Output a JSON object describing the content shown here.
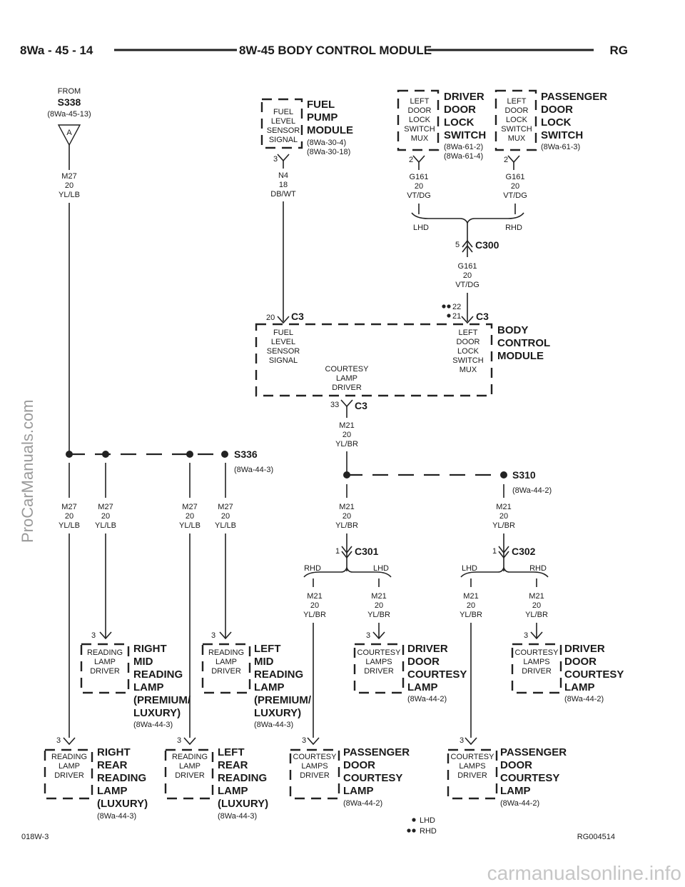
{
  "header": {
    "left": "8Wa - 45 - 14",
    "title": "8W-45 BODY CONTROL MODULE",
    "right": "RG"
  },
  "footer": {
    "left_code": "018W-3",
    "right_code": "RG004514",
    "legend_lhd": "LHD",
    "legend_rhd": "RHD"
  },
  "watermarks": {
    "side": "ProCarManuals.com",
    "bottom": "carmanualsonline.info"
  },
  "source": {
    "from": "FROM",
    "splice": "S338",
    "ref": "(8Wa-45-13)",
    "pin": "A",
    "wire": [
      "M27",
      "20",
      "YL/LB"
    ]
  },
  "fuel_pump": {
    "inner": [
      "FUEL",
      "LEVEL",
      "SENSOR",
      "SIGNAL"
    ],
    "title": [
      "FUEL",
      "PUMP",
      "MODULE"
    ],
    "refs": [
      "(8Wa-30-4)",
      "(8Wa-30-18)"
    ],
    "pin": "3",
    "wire": [
      "N4",
      "18",
      "DB/WT"
    ]
  },
  "driver_switch": {
    "inner": [
      "LEFT",
      "DOOR",
      "LOCK",
      "SWITCH",
      "MUX"
    ],
    "title": [
      "DRIVER",
      "DOOR",
      "LOCK",
      "SWITCH"
    ],
    "refs": [
      "(8Wa-61-2)",
      "(8Wa-61-4)"
    ],
    "pin": "2",
    "wire": [
      "G161",
      "20",
      "VT/DG"
    ]
  },
  "passenger_switch": {
    "inner": [
      "LEFT",
      "DOOR",
      "LOCK",
      "SWITCH",
      "MUX"
    ],
    "title": [
      "PASSENGER",
      "DOOR",
      "LOCK",
      "SWITCH"
    ],
    "refs": [
      "(8Wa-61-3)"
    ],
    "pin": "2",
    "wire": [
      "G161",
      "20",
      "VT/DG"
    ]
  },
  "c300": {
    "lhd": "LHD",
    "rhd": "RHD",
    "pin": "5",
    "name": "C300",
    "wire": [
      "G161",
      "20",
      "VT/DG"
    ]
  },
  "bcm": {
    "title": [
      "BODY",
      "CONTROL",
      "MODULE"
    ],
    "left_pin": "20",
    "left_conn": "C3",
    "right_pin_rhd": "22",
    "right_pin_lhd": "21",
    "right_conn": "C3",
    "fuel_inner": [
      "FUEL",
      "LEVEL",
      "SENSOR",
      "SIGNAL"
    ],
    "switch_inner": [
      "LEFT",
      "DOOR",
      "LOCK",
      "SWITCH",
      "MUX"
    ],
    "courtesy_inner": [
      "COURTESY",
      "LAMP",
      "DRIVER"
    ],
    "bottom_pin": "33",
    "bottom_conn": "C3",
    "out_wire": [
      "M21",
      "20",
      "YL/BR"
    ]
  },
  "s336": {
    "name": "S336",
    "ref": "(8Wa-44-3)",
    "wire": [
      "M27",
      "20",
      "YL/LB"
    ]
  },
  "s310": {
    "name": "S310",
    "ref": "(8Wa-44-2)",
    "wire": [
      "M21",
      "20",
      "YL/BR"
    ]
  },
  "c301": {
    "pin": "1",
    "name": "C301",
    "left": "RHD",
    "right": "LHD",
    "wire": [
      "M21",
      "20",
      "YL/BR"
    ]
  },
  "c302": {
    "pin": "1",
    "name": "C302",
    "left": "LHD",
    "right": "RHD",
    "wire": [
      "M21",
      "20",
      "YL/BR"
    ]
  },
  "reading_inner": [
    "READING",
    "LAMP",
    "DRIVER"
  ],
  "courtesy_inner": [
    "COURTESY",
    "LAMPS",
    "DRIVER"
  ],
  "lamps": {
    "right_mid": {
      "pin": "3",
      "title": [
        "RIGHT",
        "MID",
        "READING",
        "LAMP",
        "(PREMIUM/",
        "LUXURY)"
      ],
      "ref": "(8Wa-44-3)"
    },
    "left_mid": {
      "pin": "3",
      "title": [
        "LEFT",
        "MID",
        "READING",
        "LAMP",
        "(PREMIUM/",
        "LUXURY)"
      ],
      "ref": "(8Wa-44-3)"
    },
    "driver_courtesy_1": {
      "pin": "3",
      "title": [
        "DRIVER",
        "DOOR",
        "COURTESY",
        "LAMP"
      ],
      "ref": "(8Wa-44-2)"
    },
    "driver_courtesy_2": {
      "pin": "3",
      "title": [
        "DRIVER",
        "DOOR",
        "COURTESY",
        "LAMP"
      ],
      "ref": "(8Wa-44-2)"
    },
    "right_rear": {
      "pin": "3",
      "title": [
        "RIGHT",
        "REAR",
        "READING",
        "LAMP",
        "(LUXURY)"
      ],
      "ref": "(8Wa-44-3)"
    },
    "left_rear": {
      "pin": "3",
      "title": [
        "LEFT",
        "REAR",
        "READING",
        "LAMP",
        "(LUXURY)"
      ],
      "ref": "(8Wa-44-3)"
    },
    "passenger_courtesy_1": {
      "pin": "3",
      "title": [
        "PASSENGER",
        "DOOR",
        "COURTESY",
        "LAMP"
      ],
      "ref": "(8Wa-44-2)"
    },
    "passenger_courtesy_2": {
      "pin": "3",
      "title": [
        "PASSENGER",
        "DOOR",
        "COURTESY",
        "LAMP"
      ],
      "ref": "(8Wa-44-2)"
    }
  }
}
